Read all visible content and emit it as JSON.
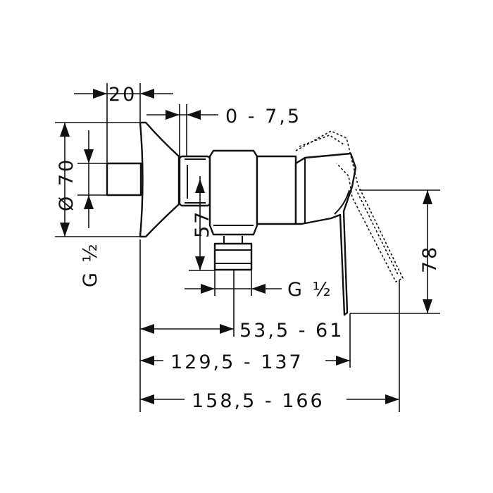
{
  "dimensions": {
    "top_width": "20",
    "offset_range": "0 - 7,5",
    "diameter": "Ø 70",
    "inlet_thread": "G ½",
    "outlet_height": "57",
    "outlet_thread": "G ½",
    "handle_height": "78",
    "depth_short": "53,5 - 61",
    "depth_mid": "129,5 - 137",
    "depth_total": "158,5 - 166"
  },
  "colors": {
    "line": "#111111",
    "background": "#ffffff"
  }
}
